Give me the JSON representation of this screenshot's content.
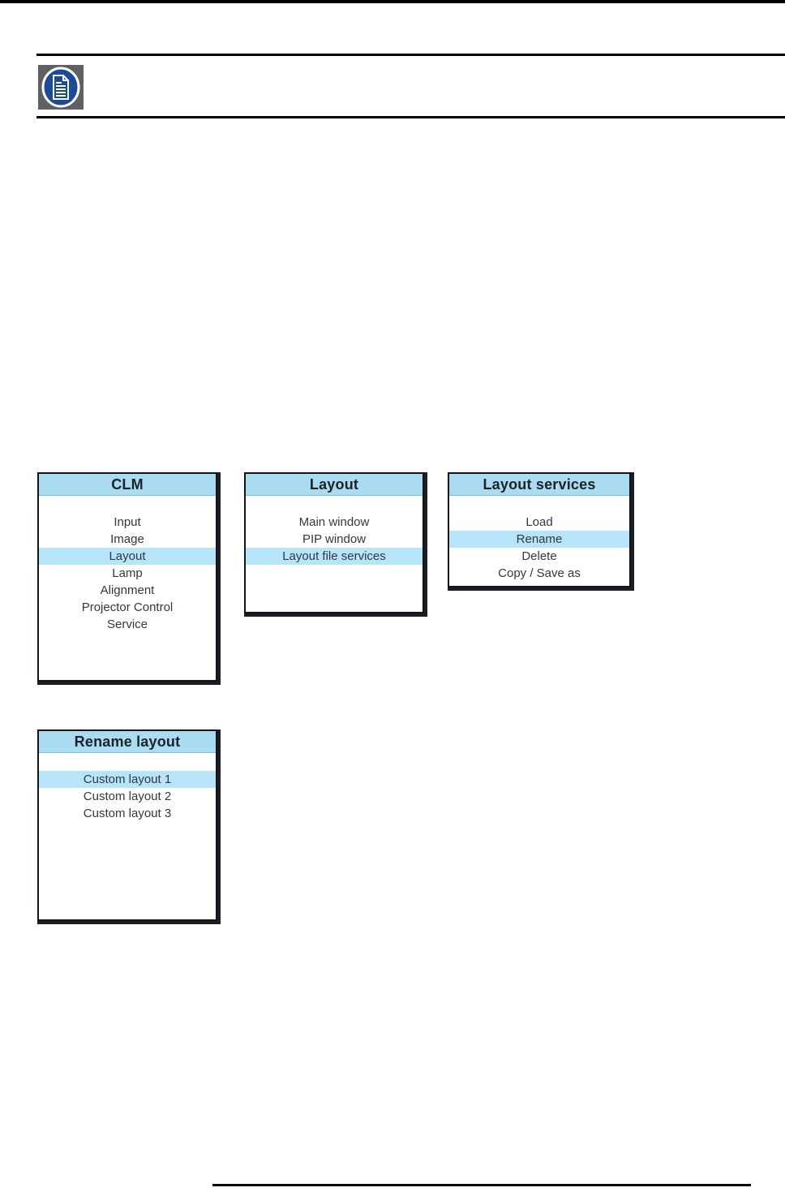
{
  "header": {
    "note_icon": "note-icon"
  },
  "colors": {
    "title_bar_blue": "#a9dcf1",
    "highlight_blue": "#b6e5f9",
    "menu_border": "#10151c",
    "icon_circle_blue": "#1b4a9a",
    "icon_square_gray": "#5d6163",
    "rule_black": "#000000"
  },
  "menus": [
    {
      "title": "CLM",
      "items": [
        {
          "label": "Input",
          "selected": false
        },
        {
          "label": "Image",
          "selected": false
        },
        {
          "label": "Layout",
          "selected": true
        },
        {
          "label": "Lamp",
          "selected": false
        },
        {
          "label": "Alignment",
          "selected": false
        },
        {
          "label": "Projector Control",
          "selected": false
        },
        {
          "label": "Service",
          "selected": false
        }
      ]
    },
    {
      "title": "Layout",
      "items": [
        {
          "label": "Main window",
          "selected": false
        },
        {
          "label": "PIP window",
          "selected": false
        },
        {
          "label": "Layout file services",
          "selected": true
        }
      ]
    },
    {
      "title": "Layout services",
      "items": [
        {
          "label": "Load",
          "selected": false
        },
        {
          "label": "Rename",
          "selected": true
        },
        {
          "label": "Delete",
          "selected": false
        },
        {
          "label": "Copy / Save as",
          "selected": false
        }
      ]
    },
    {
      "title": "Rename layout",
      "items": [
        {
          "label": "Custom layout 1",
          "selected": true
        },
        {
          "label": "Custom layout 2",
          "selected": false
        },
        {
          "label": "Custom layout 3",
          "selected": false
        }
      ]
    }
  ]
}
